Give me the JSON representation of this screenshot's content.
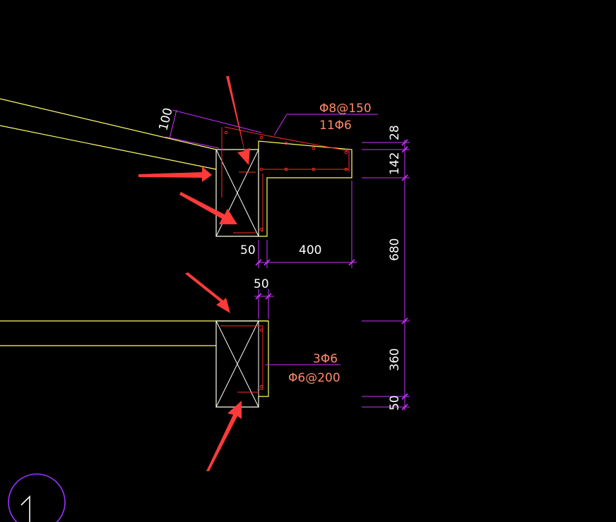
{
  "colors": {
    "background": "#000000",
    "concrete_outline": "#ffff66",
    "dimension_lines": "#cc33ff",
    "rebar": "#ff2a2a",
    "annotation_text": "#ff8a6a",
    "dimension_text": "#ffffff",
    "arrows": "#ff3a3a",
    "section_marker": "#9933ff"
  },
  "annotations": {
    "top_rebar_spec": "Φ8@150",
    "top_rebar_count": "11Φ6",
    "bottom_rebar_count": "3Φ6",
    "bottom_rebar_spec": "Φ6@200"
  },
  "dimensions": {
    "slab_thickness": "100",
    "gap_top": "50",
    "cantilever_width": "400",
    "gap_bottom": "50",
    "tip_height": "28",
    "ledge_height": "142",
    "beam_gap": "680",
    "lower_beam": "360",
    "bottom_offset": "50"
  },
  "section_marker": {
    "label": "1"
  },
  "icons": [
    "arrow-icon",
    "section-marker-icon"
  ]
}
